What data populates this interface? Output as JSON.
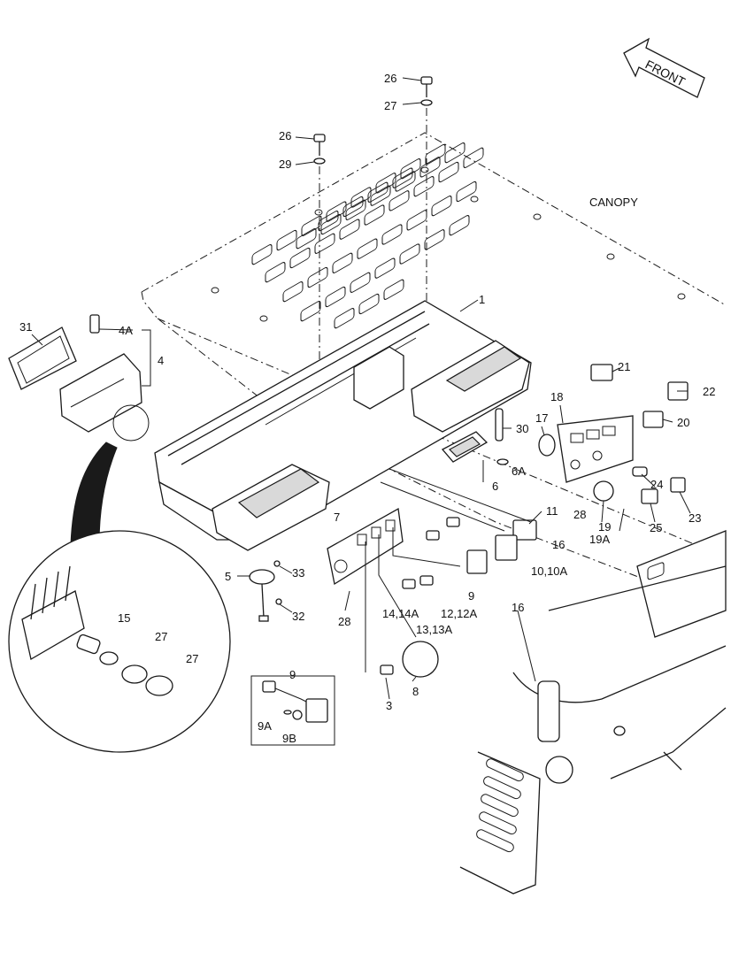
{
  "labels": {
    "front": "FRONT",
    "canopy": "CANOPY",
    "callouts": {
      "c1": "1",
      "c3": "3",
      "c4": "4",
      "c4a": "4A",
      "c5": "5",
      "c6": "6",
      "c6a": "6A",
      "c7": "7",
      "c8": "8",
      "c9": "9",
      "c9_detail": "9",
      "c9a": "9A",
      "c9b": "9B",
      "c10": "10,10A",
      "c11": "11",
      "c12": "12,12A",
      "c13": "13,13A",
      "c14": "14,14A",
      "c15": "15",
      "c16a": "16",
      "c16b": "16",
      "c17": "17",
      "c18": "18",
      "c19": "19",
      "c19a": "19A",
      "c20": "20",
      "c21": "21",
      "c22": "22",
      "c23": "23",
      "c24": "24",
      "c25": "25",
      "c26a": "26",
      "c26b": "26",
      "c27a": "27",
      "c27b": "27",
      "c27c": "27",
      "c28a": "28",
      "c28b": "28",
      "c29": "29",
      "c30": "30",
      "c31": "31",
      "c32": "32",
      "c33": "33"
    }
  },
  "colors": {
    "ink": "#1a1a1a",
    "shade": "#d9d9d9",
    "paper": "#ffffff"
  }
}
